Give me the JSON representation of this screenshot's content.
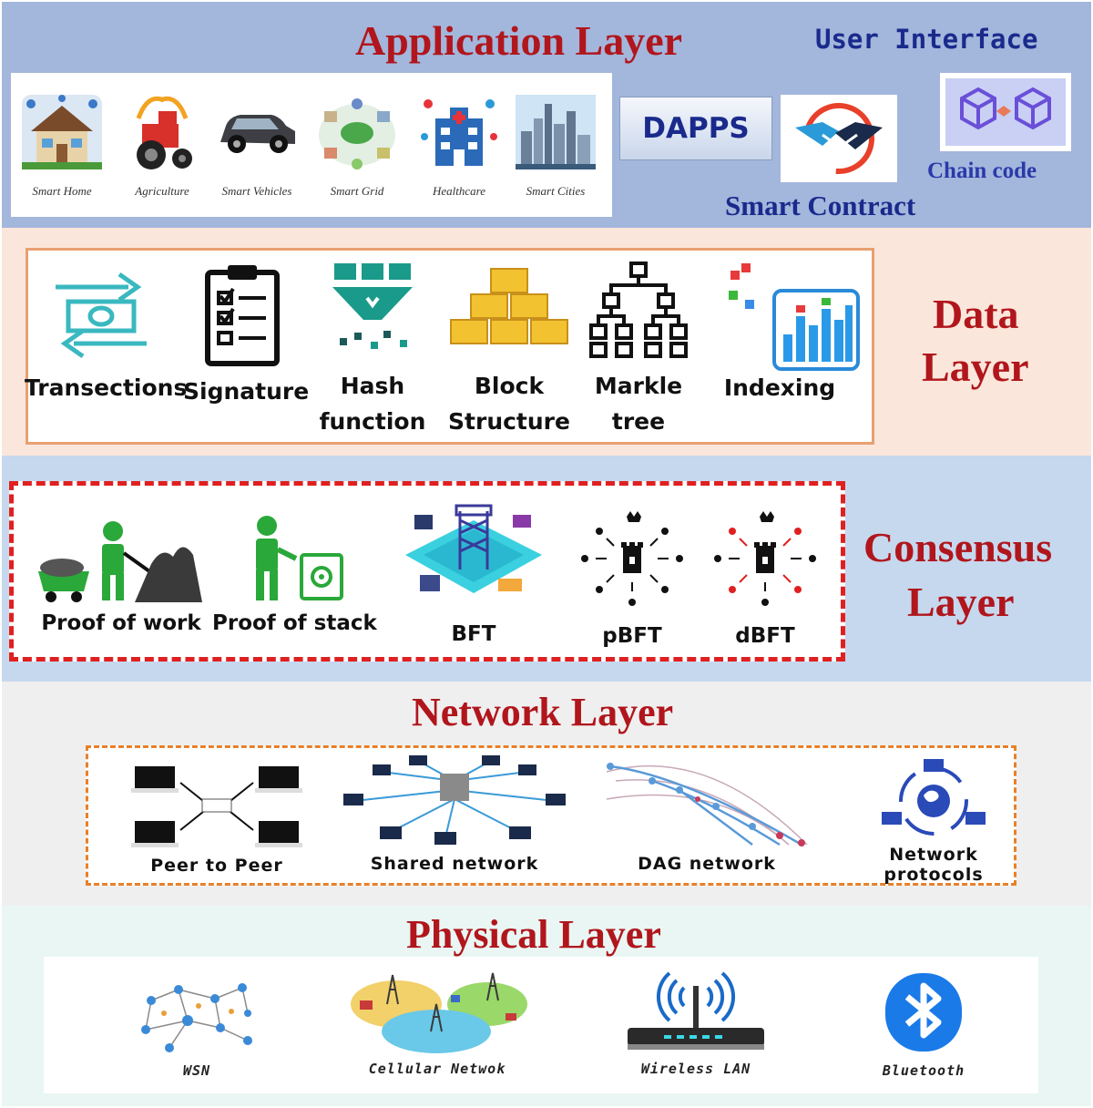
{
  "application": {
    "title": "Application Layer",
    "user_interface": "User Interface",
    "apps": [
      "Smart Home",
      "Agriculture",
      "Smart Vehicles",
      "Smart Grid",
      "Healthcare",
      "Smart Cities"
    ],
    "dapps": "DAPPS",
    "smart_contract": "Smart Contract",
    "chain_code": "Chain code"
  },
  "data": {
    "title_line1": "Data",
    "title_line2": "Layer",
    "items": [
      {
        "l1": "Transections",
        "l2": ""
      },
      {
        "l1": "Signature",
        "l2": ""
      },
      {
        "l1": "Hash",
        "l2": "function"
      },
      {
        "l1": "Block",
        "l2": "Structure"
      },
      {
        "l1": "Markle",
        "l2": "tree"
      },
      {
        "l1": "Indexing",
        "l2": ""
      }
    ]
  },
  "consensus": {
    "title_line1": "Consensus",
    "title_line2": "Layer",
    "items": [
      "Proof of work",
      "Proof of stack",
      "BFT",
      "pBFT",
      "dBFT"
    ]
  },
  "network": {
    "title": "Network Layer",
    "items": [
      {
        "l1": "Peer to Peer",
        "l2": ""
      },
      {
        "l1": "Shared network",
        "l2": ""
      },
      {
        "l1": "DAG network",
        "l2": ""
      },
      {
        "l1": "Network",
        "l2": "protocols"
      }
    ]
  },
  "physical": {
    "title": "Physical Layer",
    "items": [
      "WSN",
      "Cellular Netwok",
      "Wireless LAN",
      "Bluetooth"
    ]
  },
  "colors": {
    "app_bg": "#a3b6dc",
    "data_bg": "#fbe6db",
    "consensus_bg": "#c6d8ee",
    "network_bg": "#efefef",
    "physical_bg": "#e9f6f3",
    "title_red": "#b0161c",
    "navy": "#1a2a8c"
  }
}
